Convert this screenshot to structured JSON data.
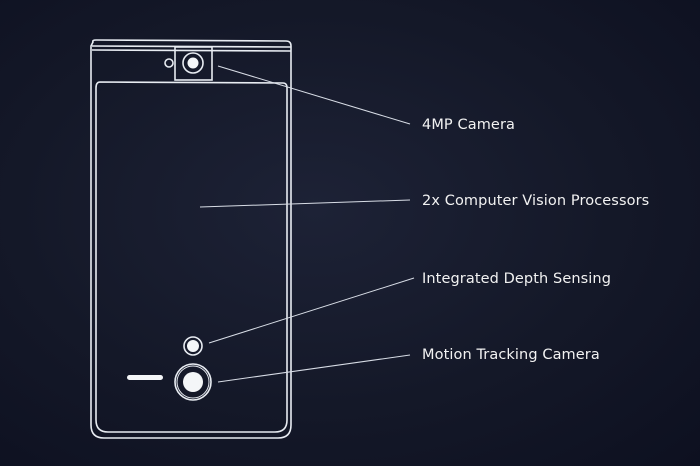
{
  "labels": {
    "camera": "4MP Camera",
    "processors": "2x Computer Vision Processors",
    "depth": "Integrated Depth Sensing",
    "motion": "Motion Tracking Camera"
  },
  "colors": {
    "line": "#e8ecf2",
    "background": "#141828"
  }
}
